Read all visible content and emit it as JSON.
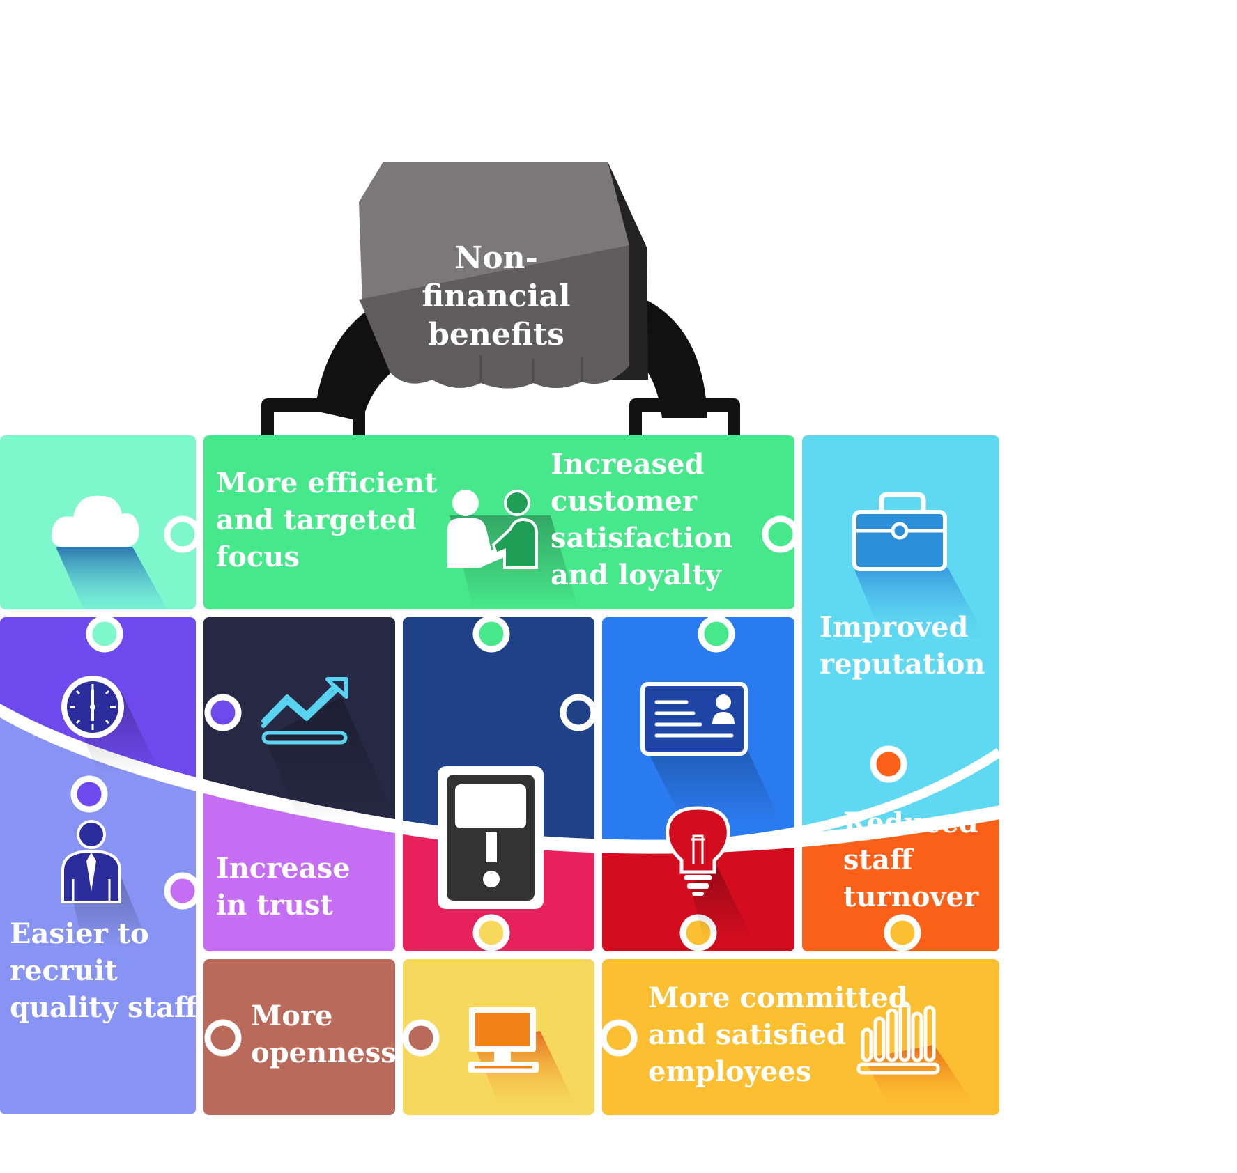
{
  "handle": {
    "title_lines": [
      "Non-",
      "financial",
      "benefits"
    ],
    "colors": {
      "fist": "#7a7878",
      "fist_dark": "#5f5d5d",
      "strap": "#111111"
    }
  },
  "pieces": [
    {
      "key": "cloud",
      "color": "#7ff7cc",
      "icon": "cloud-icon",
      "text": []
    },
    {
      "key": "efficient",
      "color": "#47e88b",
      "icon": "handshake-icon",
      "text": [
        "More efficient",
        "and targeted",
        "focus"
      ]
    },
    {
      "key": "customer",
      "color": "#47e88b",
      "icon": "",
      "text": [
        "Increased",
        "customer",
        "satisfaction",
        "and loyalty"
      ]
    },
    {
      "key": "reputation",
      "color": "#5fd9f2",
      "icon": "briefcase-icon",
      "text": [
        "Improved",
        "reputation"
      ]
    },
    {
      "key": "clock",
      "color": "#6d49ee",
      "icon": "clock-icon",
      "text": []
    },
    {
      "key": "trend",
      "color": "#272944",
      "icon": "trend-up-icon",
      "text": []
    },
    {
      "key": "navy",
      "color": "#1e4187",
      "icon": "",
      "text": []
    },
    {
      "key": "idcard",
      "color": "#2b7bf0",
      "icon": "id-card-icon",
      "text": []
    },
    {
      "key": "recruit",
      "color": "#8894f3",
      "icon": "businessman-icon",
      "text": [
        "Easier to",
        "recruit",
        "quality staff"
      ]
    },
    {
      "key": "trust",
      "color": "#c66ef3",
      "icon": "",
      "text": [
        "Increase",
        "in trust"
      ]
    },
    {
      "key": "mobile",
      "color": "#e7215c",
      "icon": "mobile-phone-icon",
      "text": []
    },
    {
      "key": "idea",
      "color": "#d30d1f",
      "icon": "light-bulb-icon",
      "text": []
    },
    {
      "key": "turnover",
      "color": "#fb6018",
      "icon": "",
      "text": [
        "Reduced",
        "staff",
        "turnover"
      ]
    },
    {
      "key": "openness",
      "color": "#b96a5a",
      "icon": "",
      "text": [
        "More",
        "openness"
      ]
    },
    {
      "key": "computer",
      "color": "#f6d95c",
      "icon": "computer-icon",
      "text": []
    },
    {
      "key": "committed",
      "color": "#fcbf31",
      "icon": "bar-chart-icon",
      "text": [
        "More committed",
        "and satisfied",
        "employees"
      ]
    }
  ]
}
